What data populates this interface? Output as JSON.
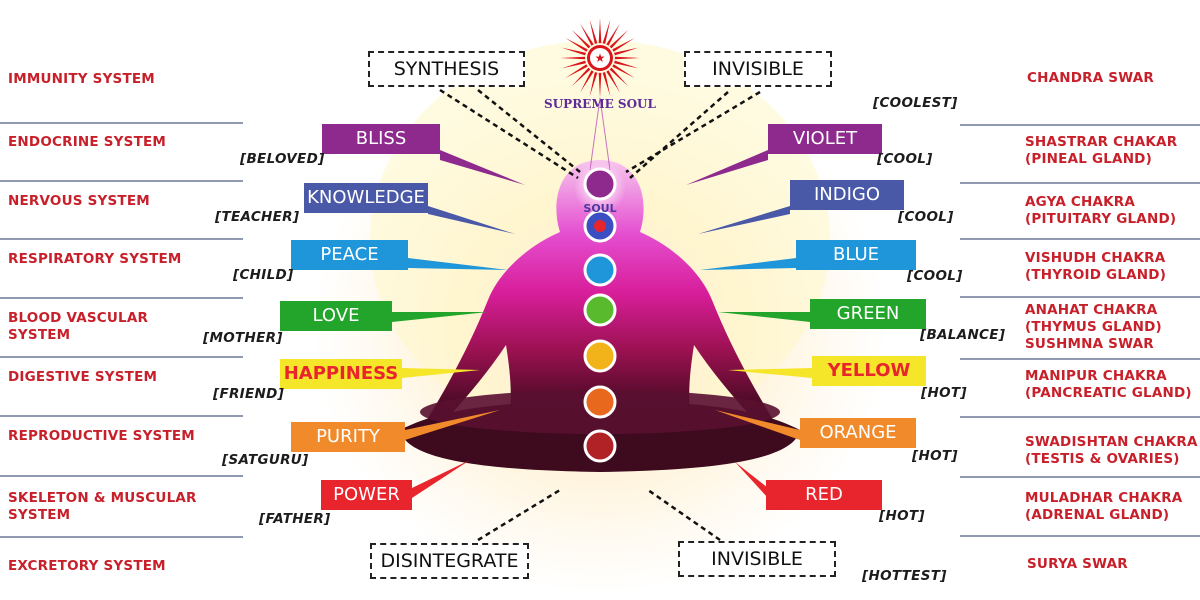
{
  "colors": {
    "label": "#c8202a",
    "violet": "#8e2a8e",
    "indigo": "#4a58a8",
    "blue": "#1f95da",
    "green": "#23a52c",
    "yellow": "#f5e62a",
    "orange": "#f08a2a",
    "red": "#e8242c"
  },
  "left_systems": [
    "IMMUNITY SYSTEM",
    "ENDOCRINE SYSTEM",
    "NERVOUS SYSTEM",
    "RESPIRATORY SYSTEM",
    "BLOOD VASCULAR SYSTEM",
    "DIGESTIVE SYSTEM",
    "REPRODUCTIVE SYSTEM",
    "SKELETON & MUSCULAR SYSTEM",
    "EXCRETORY SYSTEM"
  ],
  "left_qualities": [
    {
      "label": "BLISS",
      "relation": "[BELOVED]"
    },
    {
      "label": "KNOWLEDGE",
      "relation": "[TEACHER]"
    },
    {
      "label": "PEACE",
      "relation": "[CHILD]"
    },
    {
      "label": "LOVE",
      "relation": "[MOTHER]"
    },
    {
      "label": "HAPPINESS",
      "relation": "[FRIEND]"
    },
    {
      "label": "PURITY",
      "relation": "[SATGURU]"
    },
    {
      "label": "POWER",
      "relation": "[FATHER]"
    }
  ],
  "right_colors": [
    {
      "label": "VIOLET",
      "temp": "[COOL]"
    },
    {
      "label": "INDIGO",
      "temp": "[COOL]"
    },
    {
      "label": "BLUE",
      "temp": "[COOL]"
    },
    {
      "label": "GREEN",
      "temp": "[BALANCE]"
    },
    {
      "label": "YELLOW",
      "temp": "[HOT]"
    },
    {
      "label": "ORANGE",
      "temp": "[HOT]"
    },
    {
      "label": "RED",
      "temp": "[HOT]"
    }
  ],
  "right_chakras": [
    "CHANDRA SWAR",
    "SHASTRAR CHAKAR (PINEAL GLAND)",
    "AGYA CHAKRA (PITUITARY GLAND)",
    "VISHUDH CHAKRA (THYROID GLAND)",
    "ANAHAT CHAKRA (THYMUS GLAND) SUSHMNA SWAR",
    "MANIPUR CHAKRA (PANCREATIC GLAND)",
    "SWADISHTAN CHAKRA (TESTIS & OVARIES)",
    "MULADHAR CHAKRA (ADRENAL GLAND)",
    "SURYA SWAR"
  ],
  "top": {
    "left_box": "SYNTHESIS",
    "right_box": "INVISIBLE",
    "right_note": "[COOLEST]",
    "logo_text": "SUPREME SOUL",
    "soul_label": "SOUL"
  },
  "bottom": {
    "left_box": "DISINTEGRATE",
    "right_box": "INVISIBLE",
    "right_note": "[HOTTEST]"
  }
}
